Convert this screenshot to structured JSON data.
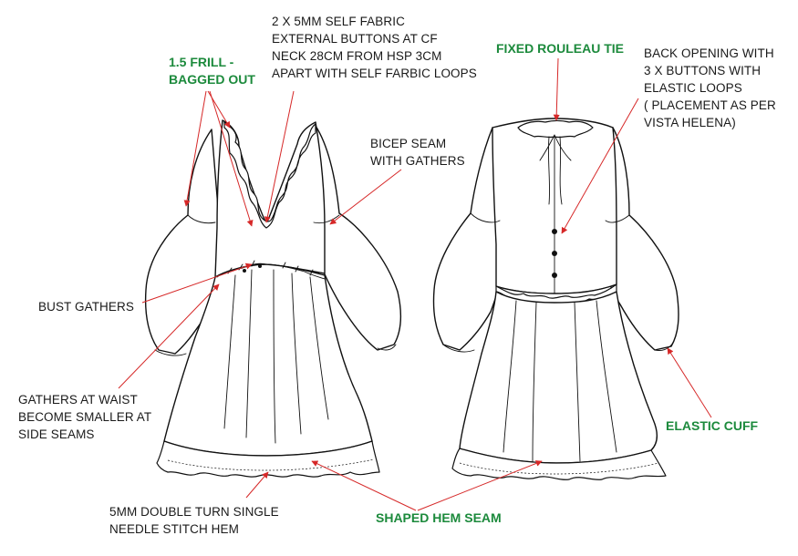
{
  "colors": {
    "annotation_line": "#d62828",
    "green_label": "#1c8a3c",
    "black_label": "#1a1a1a"
  },
  "front_labels": {
    "frill": [
      "1.5 FRILL -",
      "BAGGED OUT"
    ],
    "buttons": [
      "2 X 5MM SELF FABRIC",
      "EXTERNAL BUTTONS AT CF",
      "NECK 28CM FROM HSP 3CM",
      "APART  WITH SELF FARBIC LOOPS"
    ],
    "bicep": [
      "BICEP SEAM",
      "WITH GATHERS"
    ],
    "bust": [
      "BUST GATHERS"
    ],
    "waist": [
      "GATHERS AT WAIST",
      "BECOME SMALLER AT",
      "SIDE SEAMS"
    ],
    "hem": [
      "5MM DOUBLE TURN SINGLE",
      "NEEDLE STITCH HEM"
    ]
  },
  "back_labels": {
    "rouleau": [
      "FIXED ROULEAU TIE"
    ],
    "back_opening": [
      "BACK OPENING WITH",
      "3 X BUTTONS WITH",
      "ELASTIC LOOPS",
      "( PLACEMENT AS PER",
      "VISTA HELENA)"
    ],
    "elastic_cuff": [
      "ELASTIC CUFF"
    ],
    "shaped_hem": [
      "SHAPED HEM SEAM"
    ]
  }
}
